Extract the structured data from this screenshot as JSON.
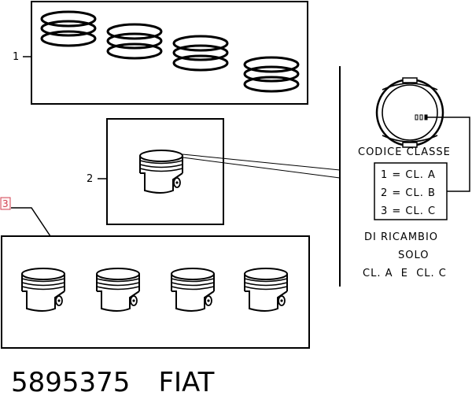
{
  "diagram": {
    "callouts": {
      "item1": "1",
      "item2": "2",
      "item3": "3"
    },
    "class_code": {
      "title": "CODICE CLASSE",
      "entries": [
        "1 = CL. A",
        "2 = CL. B",
        "3 = CL. C"
      ]
    },
    "spare_note": [
      "DI RICAMBIO",
      "SOLO",
      "CL. A  E  CL. C"
    ]
  },
  "footer": {
    "part_number": "5895375",
    "brand": "FIAT"
  }
}
